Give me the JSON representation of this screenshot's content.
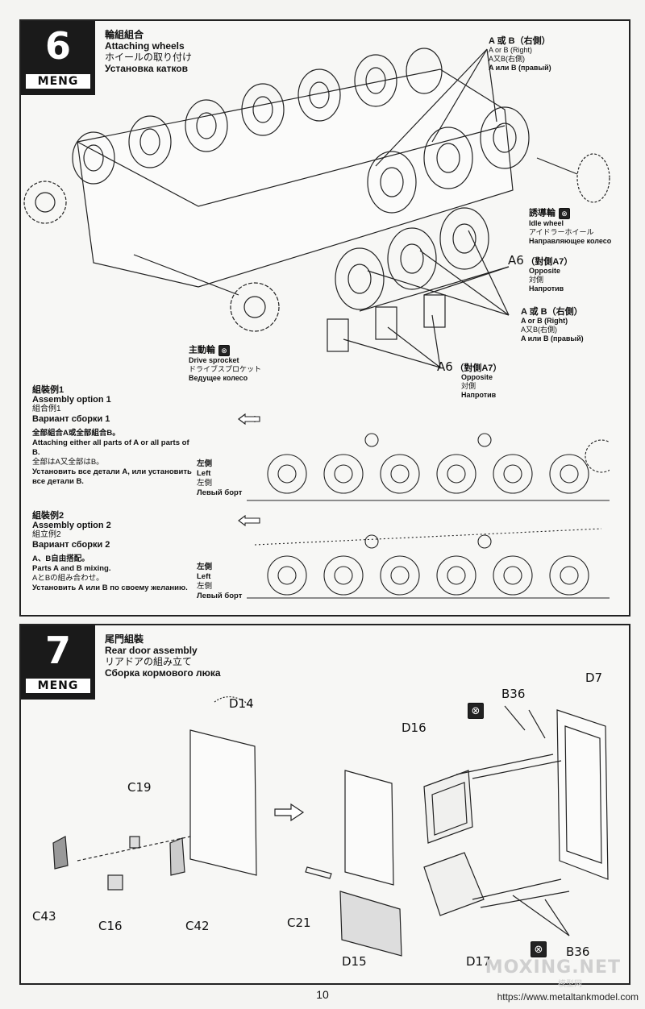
{
  "step6": {
    "number": "6",
    "logo": "MENG",
    "title_zh": "輪組組合",
    "title_en": "Attaching wheels",
    "title_ja": "ホイールの取り付け",
    "title_ru": "Установка катков",
    "callout_ab_top": {
      "zh": "A 或 B（右側）",
      "en": "A or B (Right)",
      "ja": "A又B(右側)",
      "ru": "A или B (правый)"
    },
    "idle_wheel": {
      "zh": "誘導輪",
      "en": "Idle wheel",
      "ja": "アイドラーホイール",
      "ru": "Направляющее колесо"
    },
    "a6_mid": {
      "part": "A6",
      "zh": "（對側A7）",
      "en": "Opposite",
      "ja": "対側",
      "ru": "Напротив"
    },
    "callout_ab_mid": {
      "zh": "A 或 B（右側）",
      "en": "A or B (Right)",
      "ja": "A又B(右側)",
      "ru": "A или B (правый)"
    },
    "drive_sprocket": {
      "zh": "主動輪",
      "en": "Drive sprocket",
      "ja": "ドライブスプロケット",
      "ru": "Ведущее колесо"
    },
    "a6_low": {
      "part": "A6",
      "zh": "（對側A7）",
      "en": "Opposite",
      "ja": "対側",
      "ru": "Напротив"
    },
    "option1": {
      "zh": "組裝例1",
      "en": "Assembly option 1",
      "ja": "組合例1",
      "ru": "Вариант сборки 1",
      "lines": [
        "全部組合A或全部組合B。",
        "Attaching either all parts of A or all parts of B.",
        "全部はA又全部はB。",
        "Установить все детали А, или установить все детали В."
      ],
      "side": {
        "zh": "左側",
        "en": "Left",
        "ja": "左側",
        "ru": "Левый борт"
      }
    },
    "option2": {
      "zh": "組裝例2",
      "en": "Assembly option 2",
      "ja": "組立例2",
      "ru": "Вариант сборки 2",
      "lines": [
        "A、B自由搭配。",
        "Parts A and B mixing.",
        "AとBの組み合わせ。",
        "Установить А или В по своему желанию."
      ],
      "side": {
        "zh": "左側",
        "en": "Left",
        "ja": "左側",
        "ru": "Левый борт"
      }
    }
  },
  "step7": {
    "number": "7",
    "logo": "MENG",
    "title_zh": "尾門組裝",
    "title_en": "Rear door assembly",
    "title_ja": "リアドアの組み立て",
    "title_ru": "Сборка кормового люка",
    "parts": [
      "D14",
      "C19",
      "C43",
      "C16",
      "C42",
      "C21",
      "D15",
      "D16",
      "D17",
      "D7",
      "B36",
      "B36"
    ]
  },
  "page_number": "10",
  "url": "https://www.metaltankmodel.com",
  "watermark": "MOXING.NET",
  "watermark_sub": "模型网"
}
